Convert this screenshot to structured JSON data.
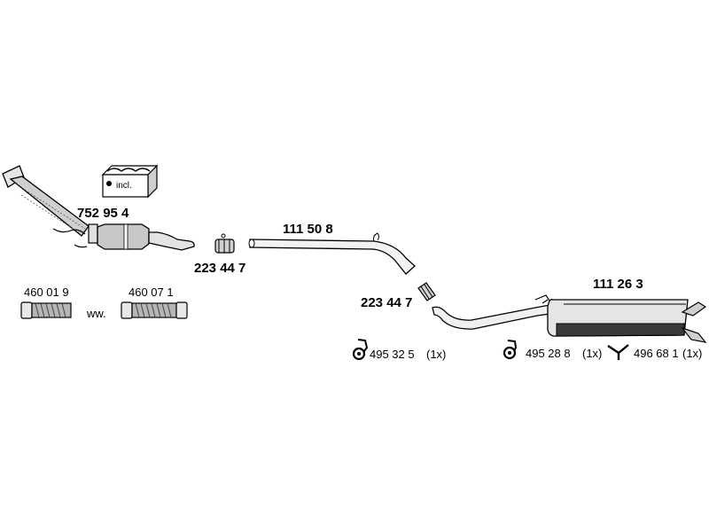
{
  "diagram": {
    "parts": {
      "catalytic_converter": {
        "number": "752 95 4",
        "kit_label": "incl."
      },
      "clamp_front": {
        "number": "223 44 7"
      },
      "center_pipe": {
        "number": "111 50 8"
      },
      "clamp_rear": {
        "number": "223 44 7"
      },
      "rear_muffler": {
        "number": "111 26 3"
      },
      "flex_pipe_a": {
        "number": "460 01 9"
      },
      "flex_pipe_separator": "ww.",
      "flex_pipe_b": {
        "number": "460 07 1"
      },
      "hanger_1": {
        "number": "495 32 5",
        "qty": "(1x)"
      },
      "hanger_2": {
        "number": "495 28 8",
        "qty": "(1x)"
      },
      "hanger_3": {
        "number": "496 68 1",
        "qty": "(1x)"
      }
    },
    "colors": {
      "line": "#000000",
      "fill_light": "#d9d9d9",
      "fill_mid": "#b5b5b5",
      "fill_dark": "#3a3a3a"
    }
  }
}
